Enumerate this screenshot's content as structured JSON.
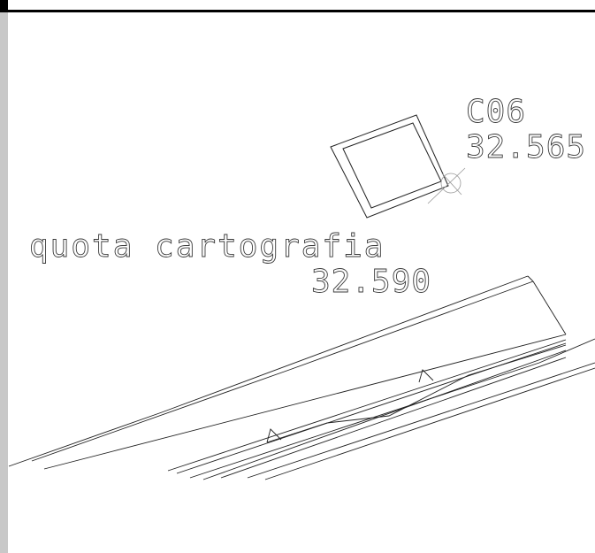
{
  "drawing": {
    "point_label": "C06",
    "point_elevation": "32.565",
    "map_label": "quota cartografia",
    "map_elevation": "32.590"
  },
  "colors": {
    "line": "#222222",
    "left_border": "#c8c8c8",
    "top_bar": "#000000"
  }
}
